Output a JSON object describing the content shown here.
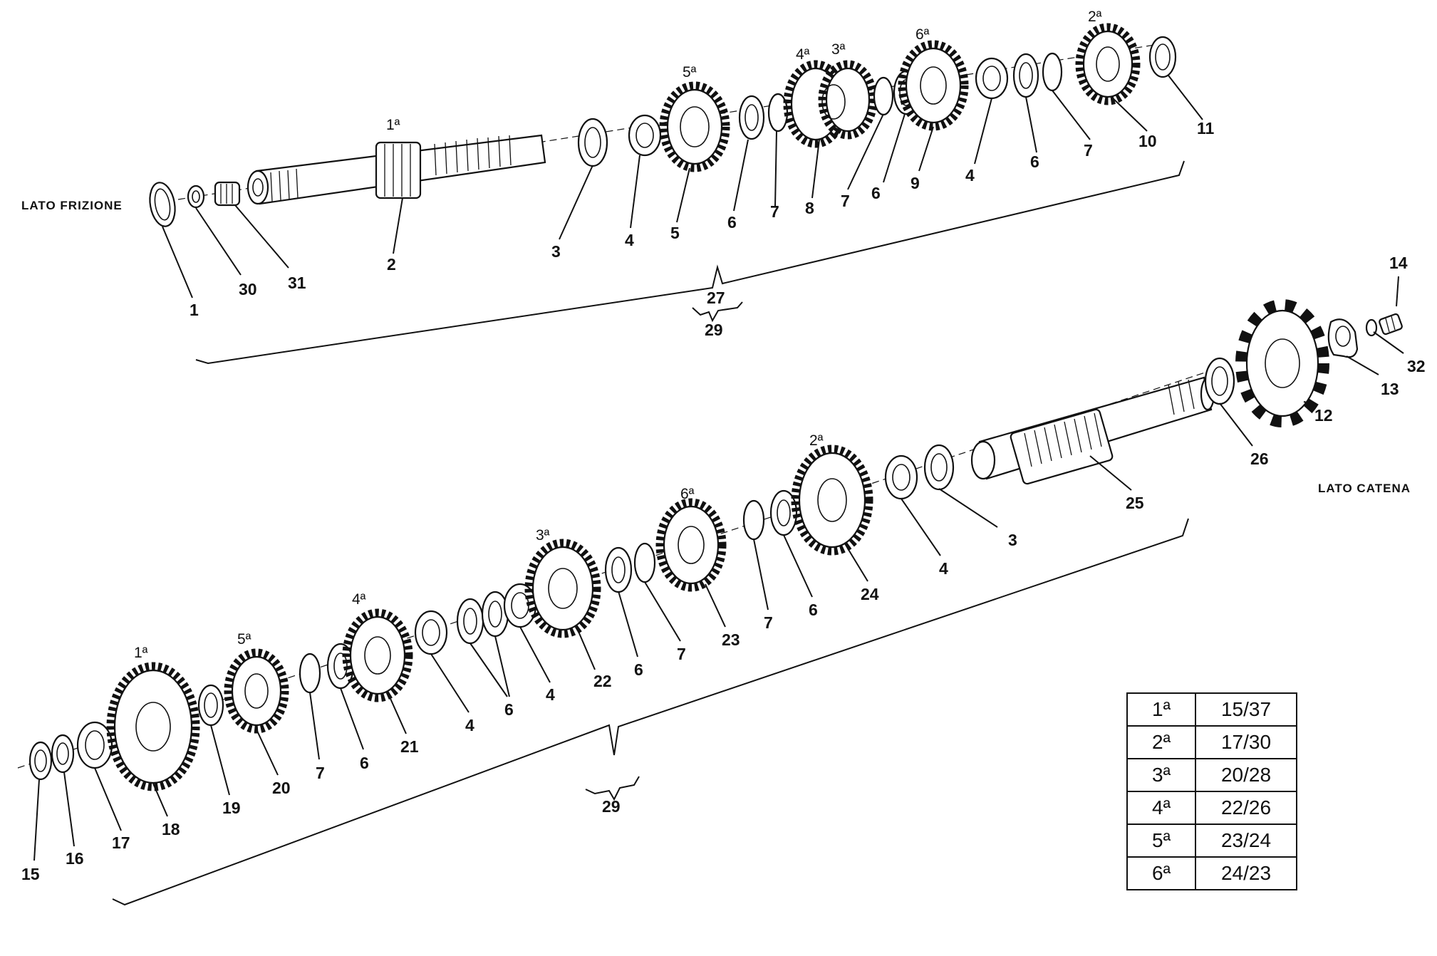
{
  "sides": {
    "clutch": "LATO FRIZIONE",
    "chain": "LATO CATENA"
  },
  "primary": {
    "gear_labels": [
      "1ª",
      "5ª",
      "4ª",
      "3ª",
      "6ª",
      "2ª"
    ],
    "callouts": [
      "1",
      "30",
      "31",
      "2",
      "3",
      "4",
      "5",
      "6",
      "7",
      "8",
      "7",
      "6",
      "9",
      "4",
      "6",
      "7",
      "10",
      "11"
    ],
    "group": [
      "27",
      "29"
    ]
  },
  "secondary": {
    "gear_labels": [
      "1ª",
      "5ª",
      "4ª",
      "3ª",
      "6ª",
      "2ª"
    ],
    "callouts": [
      "15",
      "16",
      "17",
      "18",
      "19",
      "20",
      "7",
      "6",
      "21",
      "4",
      "6",
      "4",
      "22",
      "6",
      "7",
      "23",
      "7",
      "6",
      "24",
      "4",
      "3",
      "25",
      "26",
      "12",
      "13",
      "14",
      "32"
    ],
    "group": [
      "29"
    ]
  },
  "ratios": [
    {
      "gear": "1ª",
      "ratio": "15/37"
    },
    {
      "gear": "2ª",
      "ratio": "17/30"
    },
    {
      "gear": "3ª",
      "ratio": "20/28"
    },
    {
      "gear": "4ª",
      "ratio": "22/26"
    },
    {
      "gear": "5ª",
      "ratio": "23/24"
    },
    {
      "gear": "6ª",
      "ratio": "24/23"
    }
  ]
}
